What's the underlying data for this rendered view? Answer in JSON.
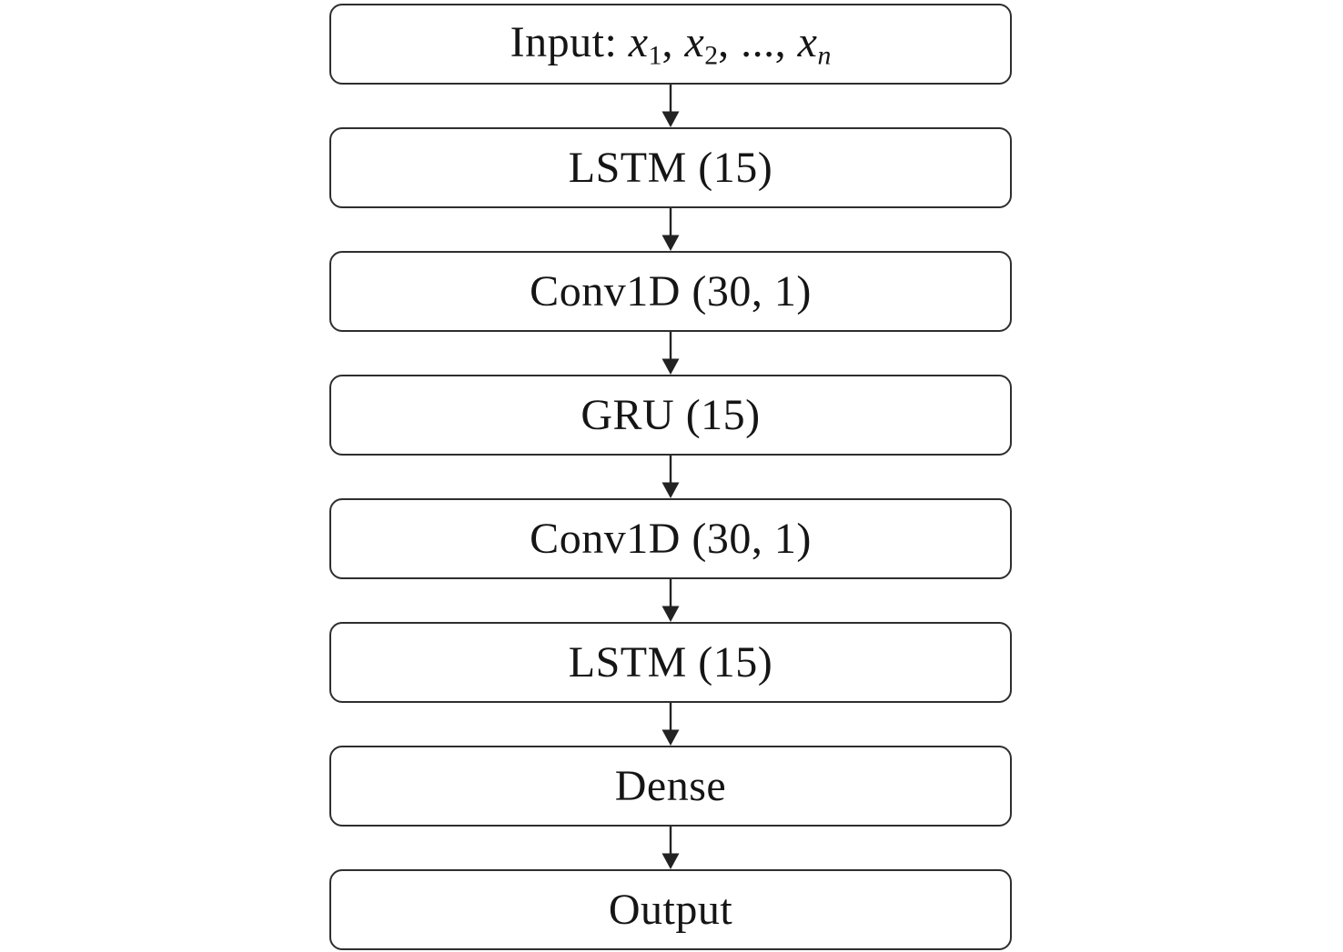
{
  "figure": {
    "type": "flowchart",
    "description": "Sequential neural network architecture diagram, top-to-bottom",
    "background_color": "#ffffff",
    "box_fill_color": "#ffffff",
    "box_border_color": "#2e2e2e",
    "text_color": "#151515",
    "arrow_color": "#222222",
    "nodes": [
      {
        "id": "input",
        "label": "Input: x1, x2, ..., xn"
      },
      {
        "id": "lstm-1",
        "label": "LSTM (15)"
      },
      {
        "id": "conv1d-1",
        "label": "Conv1D (30, 1)"
      },
      {
        "id": "gru",
        "label": "GRU (15)"
      },
      {
        "id": "conv1d-2",
        "label": "Conv1D (30, 1)"
      },
      {
        "id": "lstm-2",
        "label": "LSTM (15)"
      },
      {
        "id": "dense",
        "label": "Dense"
      },
      {
        "id": "output",
        "label": "Output"
      }
    ],
    "input_label_parts": {
      "prefix": "Input: ",
      "var1_base": "x",
      "var1_sub": "1",
      "sep1": ", ",
      "var2_base": "x",
      "var2_sub": "2",
      "sep2": ", ..., ",
      "var3_base": "x",
      "var3_sub": "n"
    },
    "edges": "sequential arrows from each node to the next, pointing down"
  }
}
